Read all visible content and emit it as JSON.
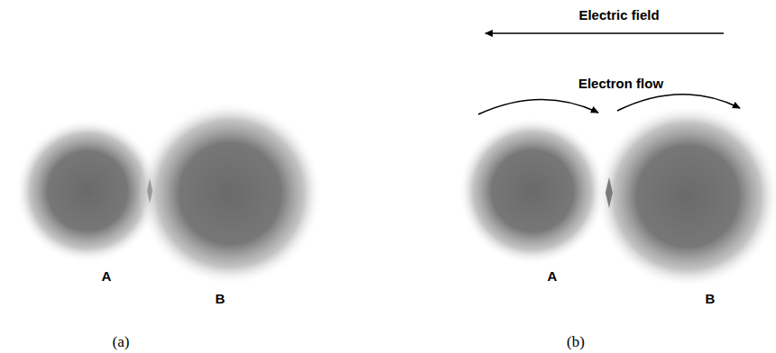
{
  "diagram": {
    "labels": [
      "A",
      "B",
      "(a)",
      "Electric field",
      "Electron flow",
      "A",
      "B",
      "(b)"
    ]
  }
}
